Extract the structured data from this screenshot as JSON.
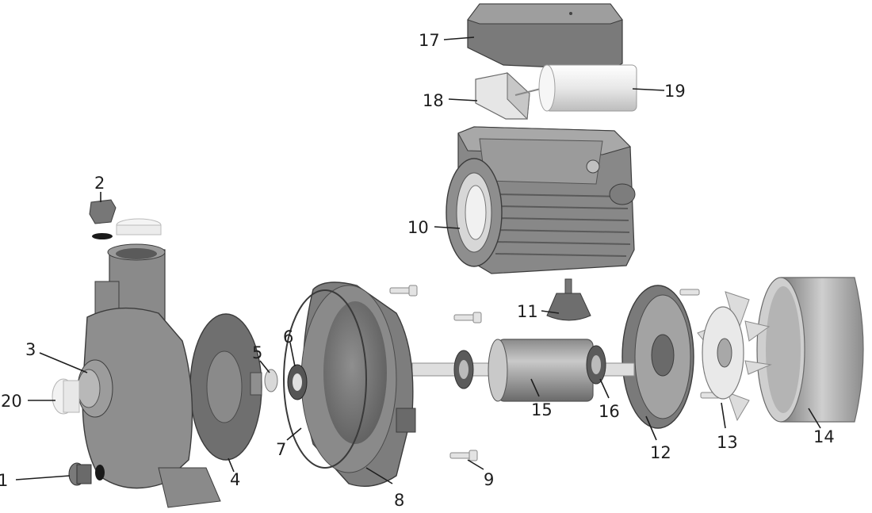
{
  "callouts": [
    {
      "id": "1",
      "label": "1"
    },
    {
      "id": "2",
      "label": "2"
    },
    {
      "id": "3",
      "label": "3"
    },
    {
      "id": "4",
      "label": "4"
    },
    {
      "id": "5",
      "label": "5"
    },
    {
      "id": "6",
      "label": "6"
    },
    {
      "id": "7",
      "label": "7"
    },
    {
      "id": "8",
      "label": "8"
    },
    {
      "id": "9",
      "label": "9"
    },
    {
      "id": "10",
      "label": "10"
    },
    {
      "id": "11",
      "label": "11"
    },
    {
      "id": "12",
      "label": "12"
    },
    {
      "id": "13",
      "label": "13"
    },
    {
      "id": "14",
      "label": "14"
    },
    {
      "id": "15",
      "label": "15"
    },
    {
      "id": "16",
      "label": "16"
    },
    {
      "id": "17",
      "label": "17"
    },
    {
      "id": "18",
      "label": "18"
    },
    {
      "id": "19",
      "label": "19"
    },
    {
      "id": "20",
      "label": "20"
    }
  ],
  "colors": {
    "part_dark": "#6f6f6f",
    "part_mid": "#9a9a9a",
    "part_light": "#c8c8c8",
    "part_white": "#ececec",
    "outline": "#3c3c3c",
    "label": "#1e1e1e"
  }
}
